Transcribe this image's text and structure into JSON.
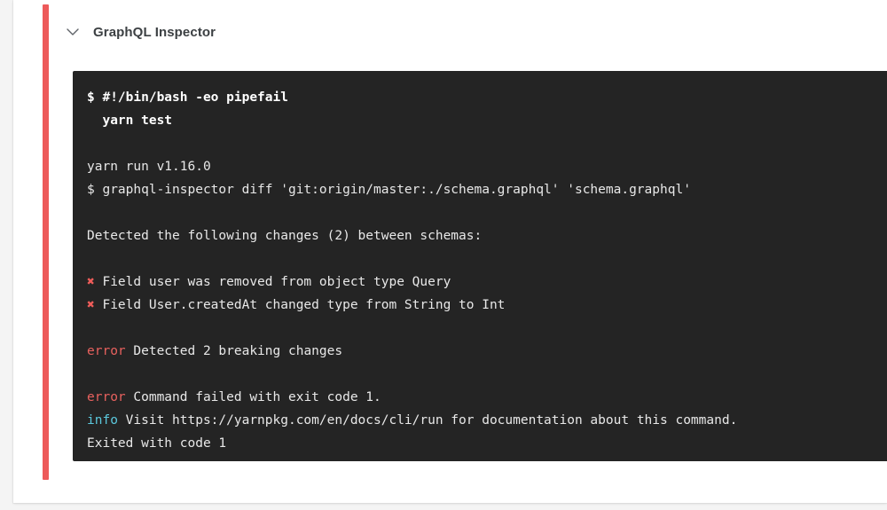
{
  "page": {
    "background_color": "#f4f4f4"
  },
  "card": {
    "background_color": "#ffffff",
    "status_bar": {
      "color": "#ed5a5a",
      "state": "failed"
    }
  },
  "header": {
    "chevron_icon": "chevron-down-icon",
    "title": "GraphQL Inspector",
    "title_color": "#3c4043"
  },
  "terminal": {
    "background_color": "#242424",
    "text_color": "#e8e8e8",
    "error_color": "#e8615e",
    "info_color": "#5bc8dd",
    "cross_color": "#ef5d5a",
    "cross_glyph": "✖",
    "lines": [
      {
        "id": "l1",
        "type": "bold",
        "text": "$ #!/bin/bash -eo pipefail"
      },
      {
        "id": "l2",
        "type": "bold",
        "text": "  yarn test"
      },
      {
        "id": "l3",
        "type": "blank",
        "text": ""
      },
      {
        "id": "l4",
        "type": "plain",
        "text": "yarn run v1.16.0"
      },
      {
        "id": "l5",
        "type": "plain",
        "text": "$ graphql-inspector diff 'git:origin/master:./schema.graphql' 'schema.graphql'"
      },
      {
        "id": "l6",
        "type": "blank",
        "text": ""
      },
      {
        "id": "l7",
        "type": "plain",
        "text": "Detected the following changes (2) between schemas:"
      },
      {
        "id": "l8",
        "type": "blank",
        "text": ""
      },
      {
        "id": "l9",
        "type": "cross",
        "prefix": "✖",
        "text": " Field user was removed from object type Query"
      },
      {
        "id": "l10",
        "type": "cross",
        "prefix": "✖",
        "text": " Field User.createdAt changed type from String to Int"
      },
      {
        "id": "l11",
        "type": "blank",
        "text": ""
      },
      {
        "id": "l12",
        "type": "error",
        "prefix": "error",
        "text": " Detected 2 breaking changes"
      },
      {
        "id": "l13",
        "type": "blank",
        "text": ""
      },
      {
        "id": "l14",
        "type": "error",
        "prefix": "error",
        "text": " Command failed with exit code 1."
      },
      {
        "id": "l15",
        "type": "info",
        "prefix": "info",
        "text": " Visit https://yarnpkg.com/en/docs/cli/run for documentation about this command."
      },
      {
        "id": "l16",
        "type": "plain",
        "text": "Exited with code 1"
      }
    ]
  }
}
